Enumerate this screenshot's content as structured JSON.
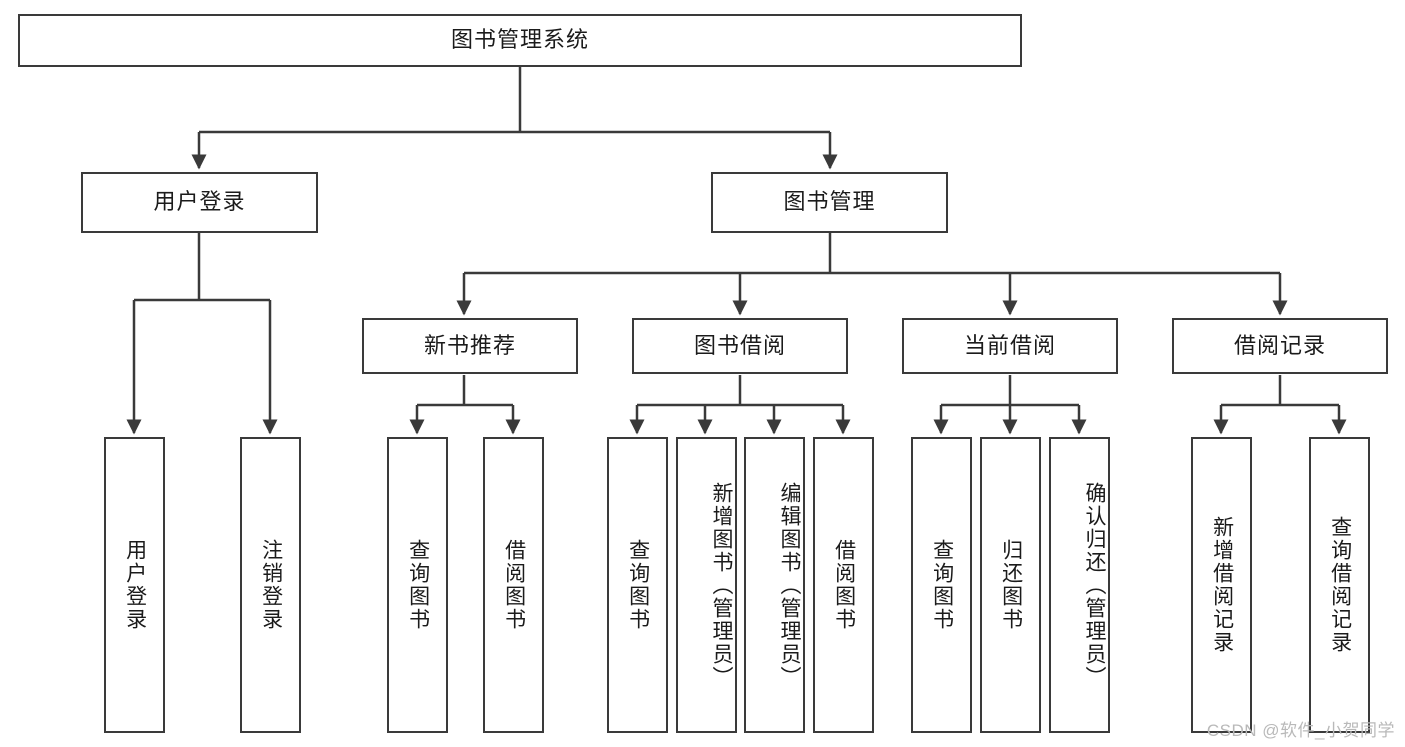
{
  "diagram": {
    "title": "图书管理系统",
    "type": "tree-hierarchy-diagram",
    "colors": {
      "box_border": "#3a3a3a",
      "box_fill": "#ffffff",
      "connector": "#3a3a3a",
      "text": "#1b1b1b",
      "watermark": "#b9b9b9",
      "background": "#ffffff"
    },
    "root": {
      "label": "图书管理系统"
    },
    "level2": [
      {
        "label": "用户登录"
      },
      {
        "label": "图书管理"
      }
    ],
    "level3": [
      {
        "label": "新书推荐"
      },
      {
        "label": "图书借阅"
      },
      {
        "label": "当前借阅"
      },
      {
        "label": "借阅记录"
      }
    ],
    "leaves": {
      "user_login": [
        {
          "label": "用户登录"
        },
        {
          "label": "注销登录"
        }
      ],
      "new_book_recommend": [
        {
          "label": "查询图书"
        },
        {
          "label": "借阅图书"
        }
      ],
      "book_borrow": [
        {
          "label": "查询图书"
        },
        {
          "label": "新增图书（管理员）"
        },
        {
          "label": "编辑图书（管理员）"
        },
        {
          "label": "借阅图书"
        }
      ],
      "current_borrow": [
        {
          "label": "查询图书"
        },
        {
          "label": "归还图书"
        },
        {
          "label": "确认归还（管理员）"
        }
      ],
      "borrow_record": [
        {
          "label": "新增借阅记录"
        },
        {
          "label": "查询借阅记录"
        }
      ]
    },
    "watermark": "CSDN @软件_小贺同学"
  }
}
